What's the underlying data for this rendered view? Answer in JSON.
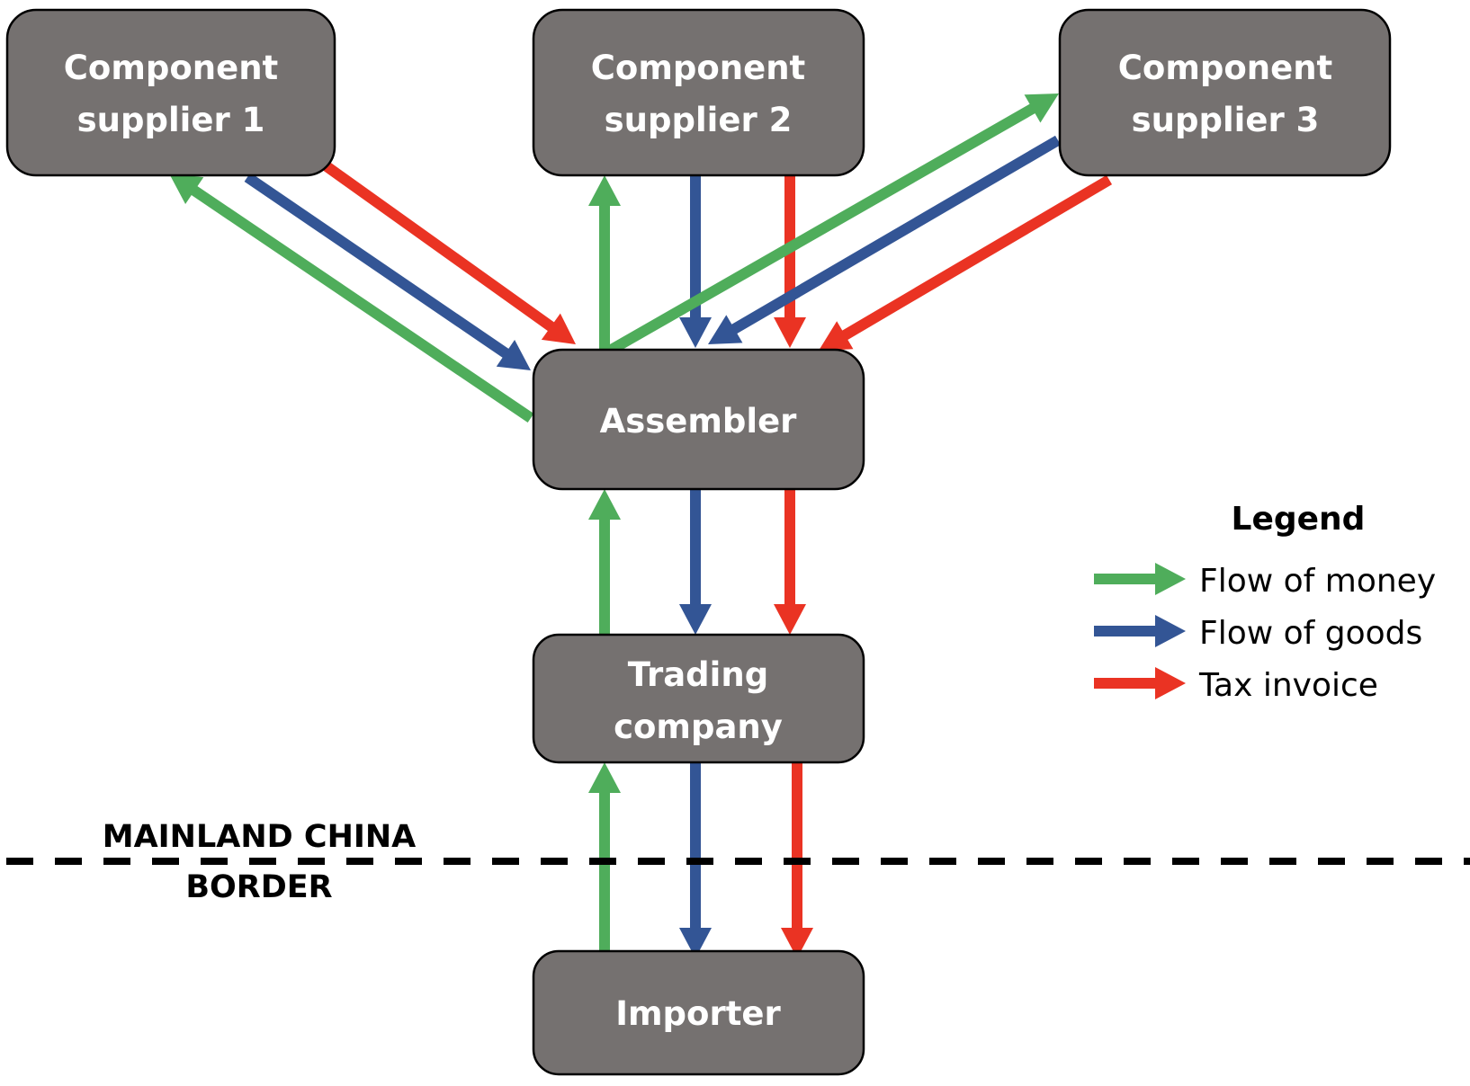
{
  "colors": {
    "money": "#4fad5b",
    "goods": "#335595",
    "invoice": "#ea3323",
    "node_fill": "#757170",
    "node_text": "#ffffff",
    "border_line": "#000000"
  },
  "nodes": {
    "supplier1": {
      "lines": [
        "Component",
        "supplier 1"
      ]
    },
    "supplier2": {
      "lines": [
        "Component",
        "supplier 2"
      ]
    },
    "supplier3": {
      "lines": [
        "Component",
        "supplier 3"
      ]
    },
    "assembler": {
      "lines": [
        "Assembler"
      ]
    },
    "trading": {
      "lines": [
        "Trading",
        "company"
      ]
    },
    "importer": {
      "lines": [
        "Importer"
      ]
    }
  },
  "flows": [
    {
      "type": "money",
      "from": "assembler",
      "to": "supplier1"
    },
    {
      "type": "goods",
      "from": "supplier1",
      "to": "assembler"
    },
    {
      "type": "invoice",
      "from": "supplier1",
      "to": "assembler"
    },
    {
      "type": "money",
      "from": "assembler",
      "to": "supplier2"
    },
    {
      "type": "goods",
      "from": "supplier2",
      "to": "assembler"
    },
    {
      "type": "invoice",
      "from": "supplier2",
      "to": "assembler"
    },
    {
      "type": "money",
      "from": "assembler",
      "to": "supplier3"
    },
    {
      "type": "goods",
      "from": "supplier3",
      "to": "assembler"
    },
    {
      "type": "invoice",
      "from": "supplier3",
      "to": "assembler"
    },
    {
      "type": "money",
      "from": "trading",
      "to": "assembler"
    },
    {
      "type": "goods",
      "from": "assembler",
      "to": "trading"
    },
    {
      "type": "invoice",
      "from": "assembler",
      "to": "trading"
    },
    {
      "type": "money",
      "from": "importer",
      "to": "trading"
    },
    {
      "type": "goods",
      "from": "trading",
      "to": "importer"
    },
    {
      "type": "invoice",
      "from": "trading",
      "to": "importer"
    }
  ],
  "border": {
    "label_top": "MAINLAND CHINA",
    "label_bottom": "BORDER"
  },
  "legend": {
    "title": "Legend",
    "items": [
      {
        "type": "money",
        "label": "Flow of money"
      },
      {
        "type": "goods",
        "label": "Flow of goods"
      },
      {
        "type": "invoice",
        "label": "Tax invoice"
      }
    ]
  }
}
